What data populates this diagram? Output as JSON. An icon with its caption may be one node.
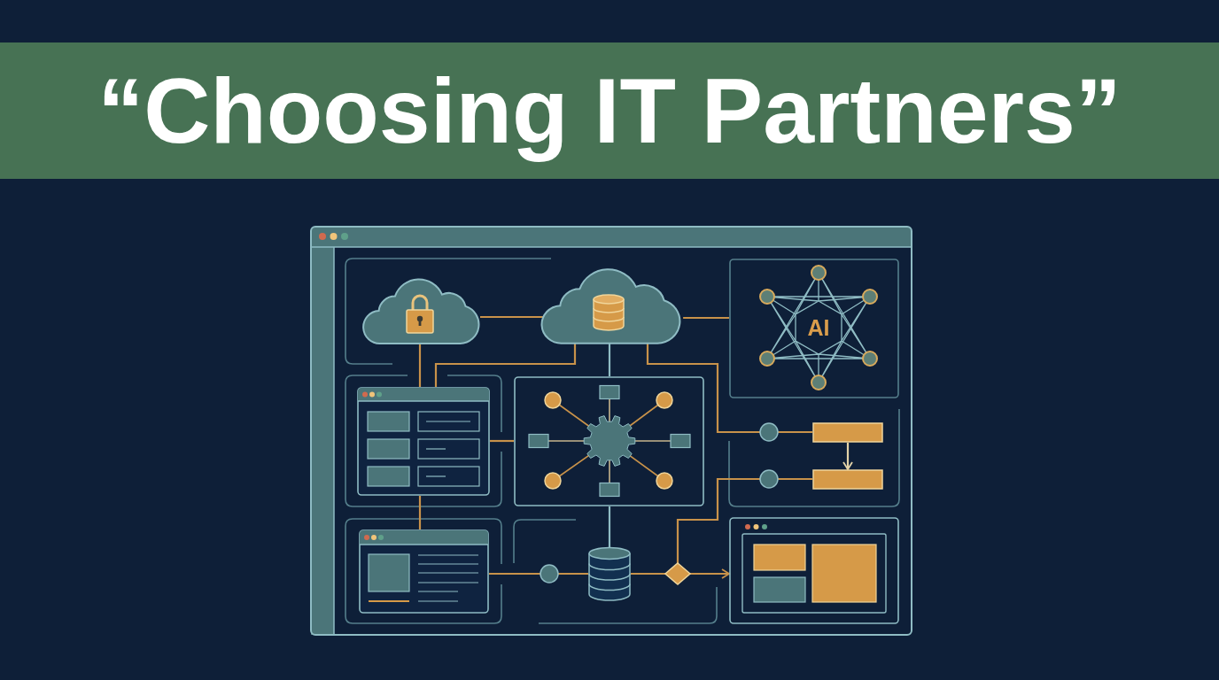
{
  "diagram": {
    "title": "“Choosing IT Partners”",
    "nodes": [
      {
        "text": [],
        "shape": "cloud"
      },
      {
        "text": [],
        "shape": "cloud"
      },
      {
        "text": [
          "AI"
        ]
      },
      {
        "text": [],
        "shape": "box"
      },
      {
        "text": [],
        "shape": "box"
      },
      {
        "text": [],
        "shape": "circle"
      },
      {
        "text": [],
        "shape": "bar"
      },
      {
        "text": [],
        "shape": "circle"
      },
      {
        "text": [],
        "shape": "bar"
      },
      {
        "text": [],
        "shape": "box"
      },
      {
        "text": [],
        "shape": "circle"
      },
      {
        "text": [],
        "shape": "cylinder"
      },
      {
        "text": [],
        "shape": "diamond"
      },
      {
        "text": [],
        "shape": "box"
      }
    ],
    "edges": [
      {
        "from": 0,
        "to": 1,
        "arrow": "none"
      },
      {
        "from": 0,
        "to": 3,
        "arrow": "none"
      },
      {
        "from": 1,
        "to": 3,
        "arrow": "none"
      },
      {
        "from": 1,
        "to": 4,
        "arrow": "none",
        "color": "#8fbcc4"
      },
      {
        "from": 1,
        "to": 2,
        "arrow": "none"
      },
      {
        "from": 1,
        "to": 5,
        "arrow": "none"
      },
      {
        "from": 3,
        "to": 4,
        "arrow": "none"
      },
      {
        "from": 3,
        "to": 9,
        "arrow": "none"
      },
      {
        "from": 4,
        "to": 11,
        "arrow": "none",
        "color": "#8fbcc4"
      },
      {
        "from": 5,
        "to": 6,
        "arrow": "none"
      },
      {
        "from": 6,
        "to": 8,
        "arrow": "to",
        "color": "#e3d3a8"
      },
      {
        "from": 7,
        "to": 8,
        "arrow": "none"
      },
      {
        "from": 9,
        "to": 10,
        "arrow": "none"
      },
      {
        "from": 10,
        "to": 11,
        "arrow": "none"
      },
      {
        "from": 11,
        "to": 12,
        "arrow": "none"
      },
      {
        "from": 12,
        "to": 13,
        "arrow": "to"
      },
      {
        "from": 12,
        "to": 7,
        "arrow": "none"
      }
    ]
  }
}
